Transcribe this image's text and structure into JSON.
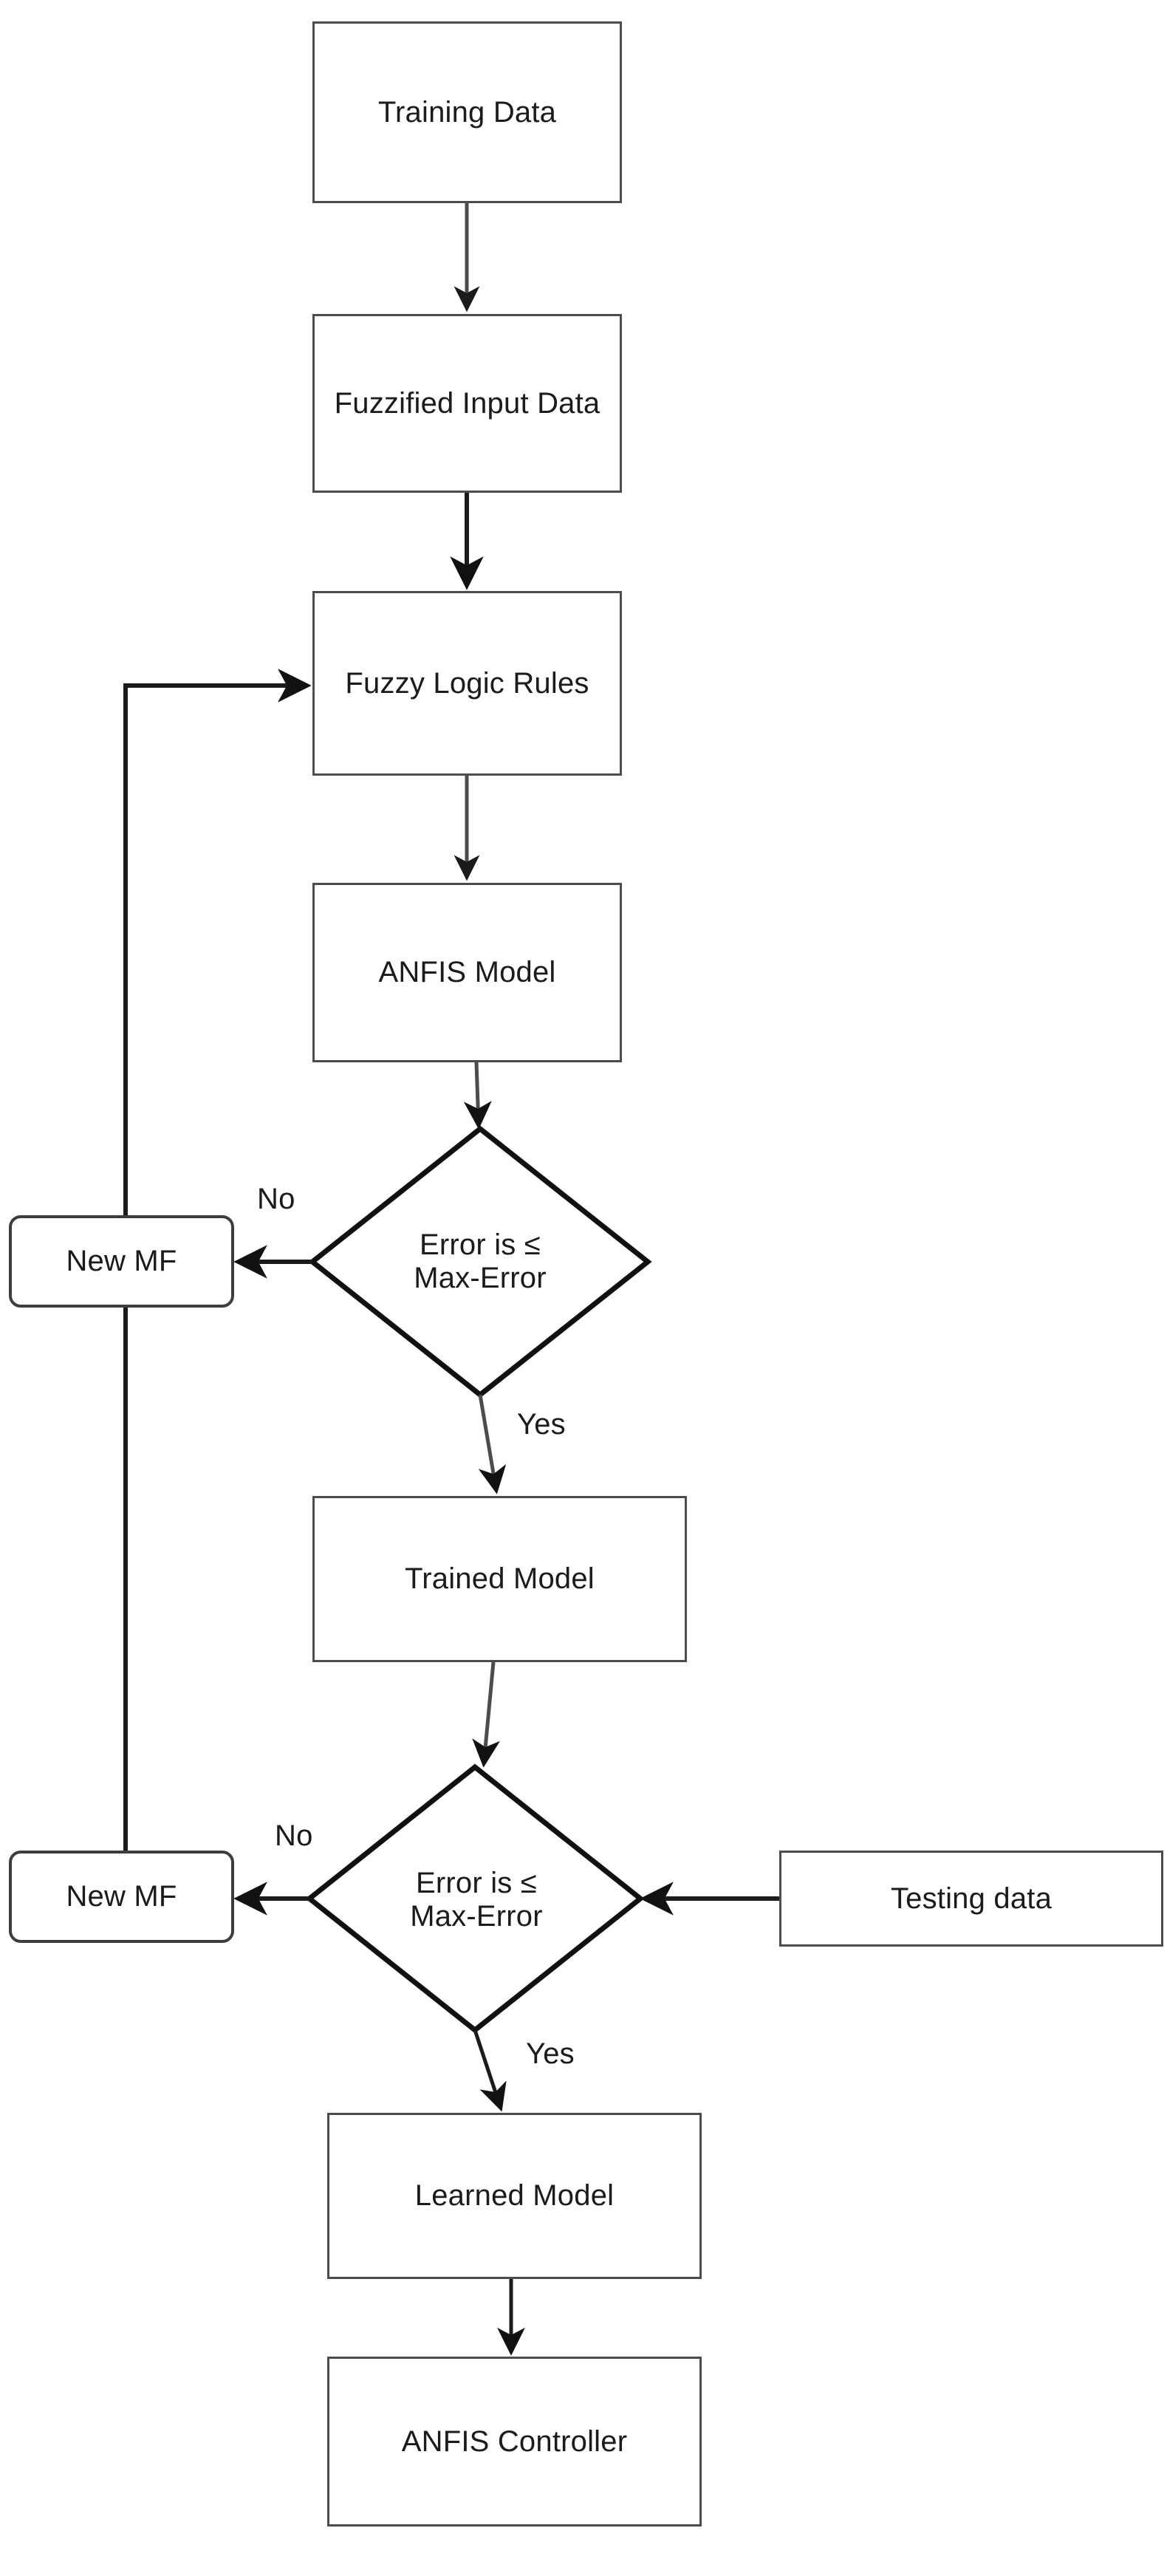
{
  "diagram": {
    "title": "ANFIS training and testing flowchart",
    "type": "flowchart",
    "background_color": "#ffffff",
    "shape_stroke_color": "#4c4c4c",
    "connector_color": "#1b1b1b",
    "text_color": "#1b1b1b"
  },
  "nodes": {
    "training_data": {
      "label": "Training Data",
      "shape": "process"
    },
    "fuzzified_input_data": {
      "label": "Fuzzified Input Data",
      "shape": "process"
    },
    "fuzzy_logic_rules": {
      "label": "Fuzzy Logic Rules",
      "shape": "process"
    },
    "anfis_model": {
      "label": "ANFIS Model",
      "shape": "process"
    },
    "decision_train": {
      "label": "Error is ≤\nMax-Error",
      "shape": "decision"
    },
    "new_mf_train": {
      "label": "New MF",
      "shape": "terminator"
    },
    "trained_model": {
      "label": "Trained Model",
      "shape": "process"
    },
    "decision_test": {
      "label": "Error is ≤\nMax-Error",
      "shape": "decision"
    },
    "new_mf_test": {
      "label": "New MF",
      "shape": "terminator"
    },
    "testing_data": {
      "label": "Testing data",
      "shape": "process"
    },
    "learned_model": {
      "label": "Learned Model",
      "shape": "process"
    },
    "anfis_controller": {
      "label": "ANFIS Controller",
      "shape": "process"
    }
  },
  "edge_labels": {
    "train_no": "No",
    "train_yes": "Yes",
    "test_no": "No",
    "test_yes": "Yes"
  },
  "edges": [
    {
      "from": "training_data",
      "to": "fuzzified_input_data",
      "label": ""
    },
    {
      "from": "fuzzified_input_data",
      "to": "fuzzy_logic_rules",
      "label": ""
    },
    {
      "from": "fuzzy_logic_rules",
      "to": "anfis_model",
      "label": ""
    },
    {
      "from": "anfis_model",
      "to": "decision_train",
      "label": ""
    },
    {
      "from": "decision_train",
      "to": "new_mf_train",
      "label": "No"
    },
    {
      "from": "decision_train",
      "to": "trained_model",
      "label": "Yes"
    },
    {
      "from": "new_mf_train",
      "to": "fuzzy_logic_rules",
      "label": ""
    },
    {
      "from": "trained_model",
      "to": "decision_test",
      "label": ""
    },
    {
      "from": "decision_test",
      "to": "new_mf_test",
      "label": "No"
    },
    {
      "from": "testing_data",
      "to": "decision_test",
      "label": ""
    },
    {
      "from": "new_mf_test",
      "to": "fuzzy_logic_rules",
      "label": ""
    },
    {
      "from": "decision_test",
      "to": "learned_model",
      "label": "Yes"
    },
    {
      "from": "learned_model",
      "to": "anfis_controller",
      "label": ""
    }
  ]
}
